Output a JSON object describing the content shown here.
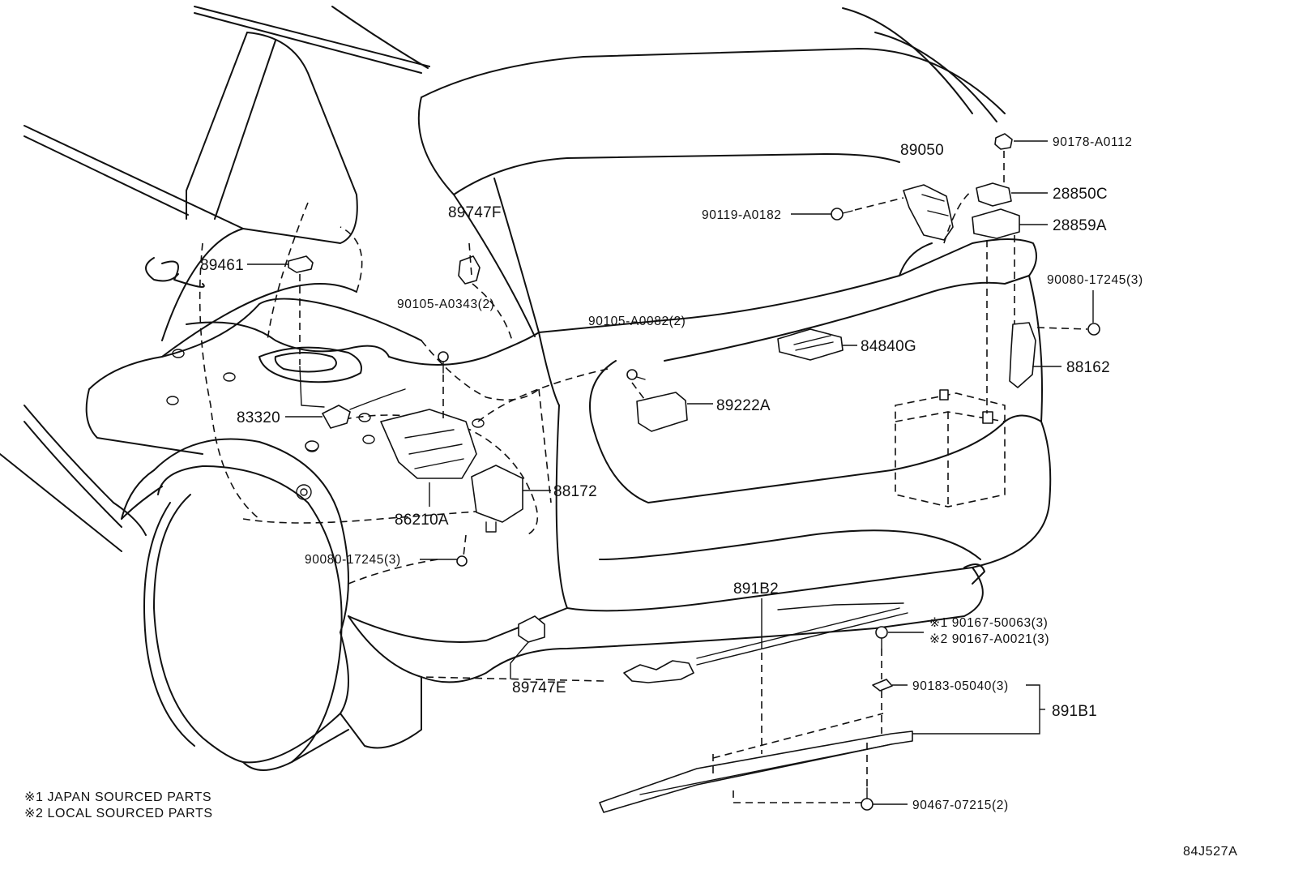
{
  "diagram_code": "84J527A",
  "notes": {
    "note1": "※1 JAPAN SOURCED PARTS",
    "note2": "※2 LOCAL SOURCED PARTS"
  },
  "parts": {
    "p89461": "89461",
    "p89747F": "89747F",
    "p90105_A0343": "90105-A0343(2)",
    "p83320": "83320",
    "p86210A": "86210A",
    "p88172": "88172",
    "p90080_left": "90080-17245(3)",
    "p90105_A0082": "90105-A0082(2)",
    "p89222A": "89222A",
    "p90119": "90119-A0182",
    "p89050": "89050",
    "p90178": "90178-A0112",
    "p28850C": "28850C",
    "p28859A": "28859A",
    "p90080_right": "90080-17245(3)",
    "p84840G": "84840G",
    "p88162": "88162",
    "p891B2": "891B2",
    "p90167_1": "※1 90167-50063(3)",
    "p90167_2": "※2 90167-A0021(3)",
    "p90183": "90183-05040(3)",
    "p891B1": "891B1",
    "p90467": "90467-07215(2)",
    "p89747E": "89747E"
  }
}
